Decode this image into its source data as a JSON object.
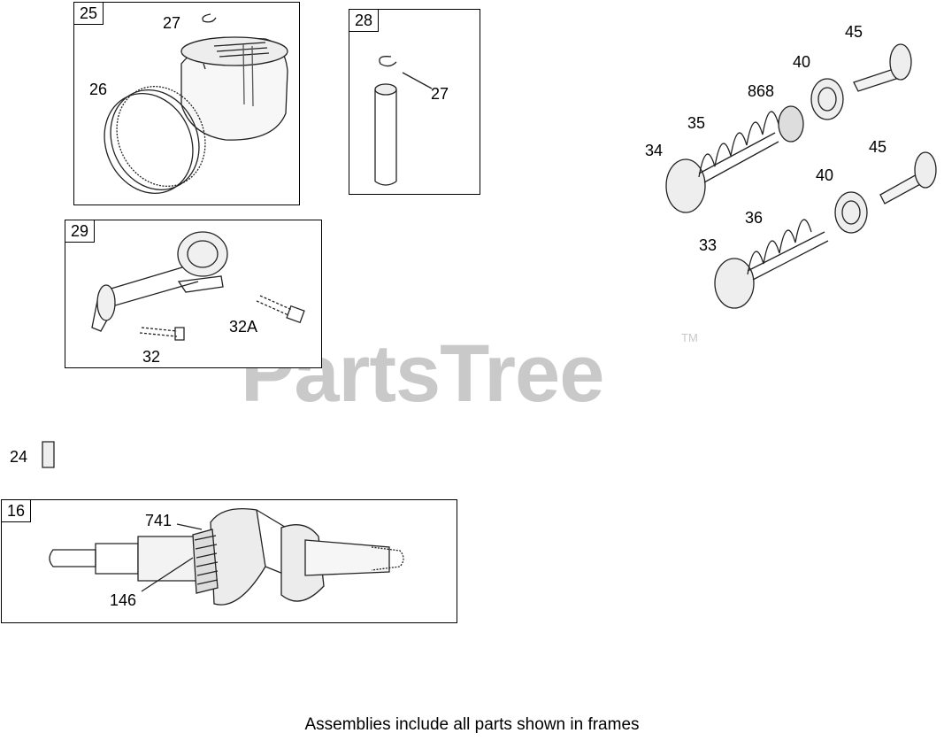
{
  "watermark": {
    "brand": "PartsTree",
    "trademark": "TM"
  },
  "frames": {
    "piston": {
      "tag": "25"
    },
    "wrist_pin": {
      "tag": "28"
    },
    "connecting_rod": {
      "tag": "29"
    },
    "crankshaft": {
      "tag": "16"
    }
  },
  "callouts": {
    "piston_retainer": "27",
    "piston_rings": "26",
    "pin_retainer": "27",
    "rod_bolt": "32",
    "rod_bolt_alt": "32A",
    "key": "24",
    "timing_gear": "741",
    "crank_gear": "146",
    "valve_exhaust_rotator": "45",
    "valve_exhaust_retainer": "40",
    "valve_seal": "868",
    "valve_spring_exhaust": "35",
    "valve_exhaust": "34",
    "valve_intake_rotator": "45",
    "valve_intake_retainer": "40",
    "valve_spring_intake": "36",
    "valve_intake": "33"
  },
  "footnote": "Assemblies include all parts shown in frames"
}
